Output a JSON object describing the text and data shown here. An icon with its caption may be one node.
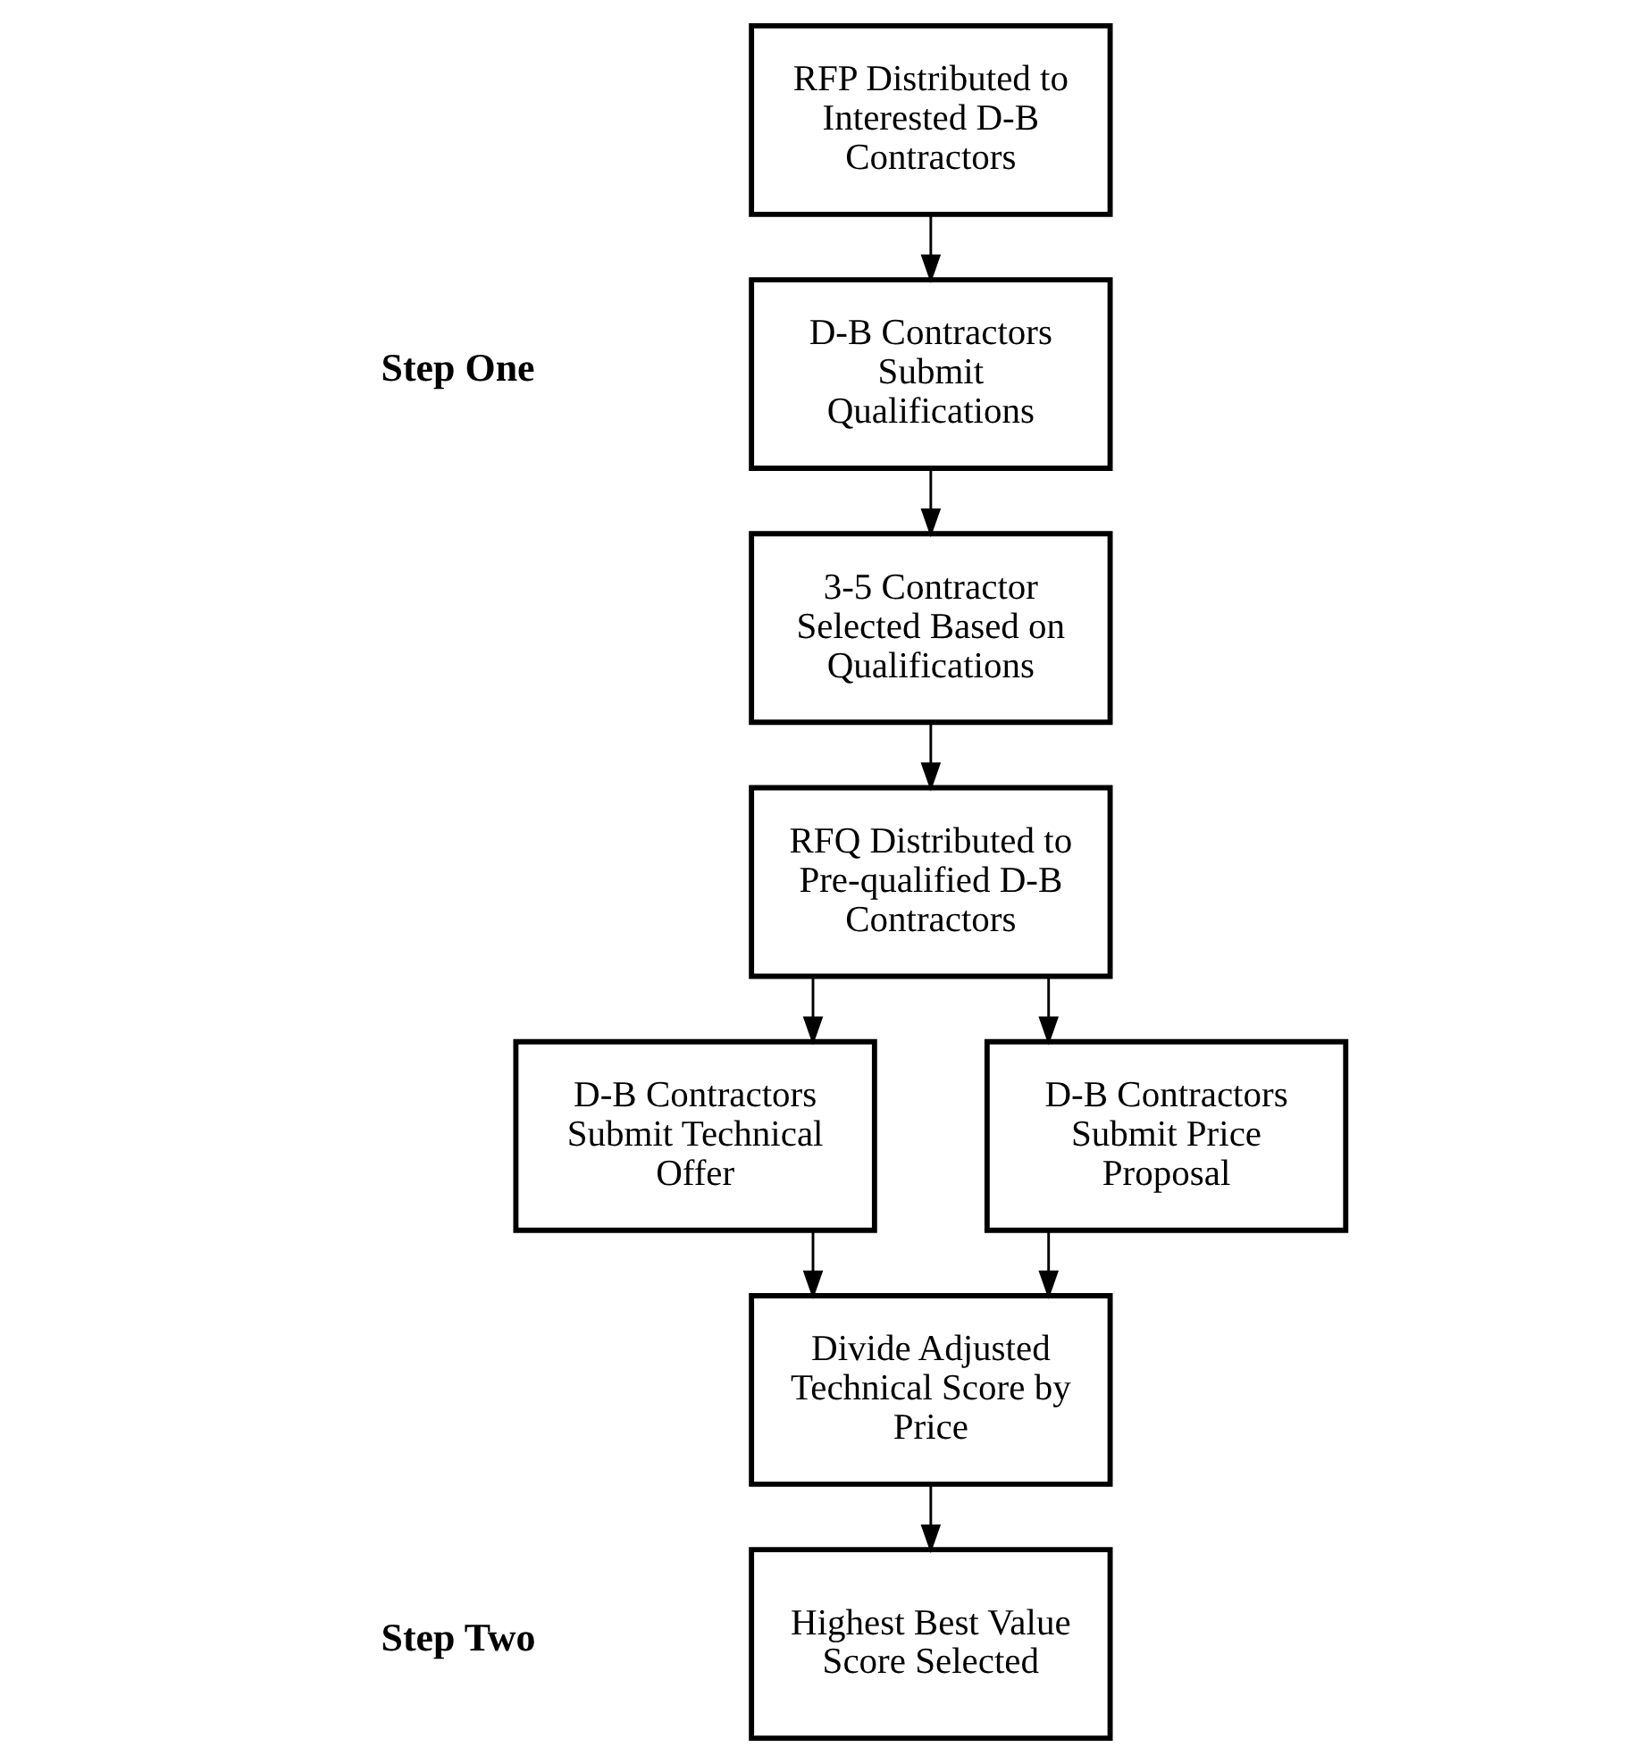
{
  "diagram": {
    "nodes": [
      {
        "text": [
          "RFP Distributed to Interested D-B Contractors"
        ]
      },
      {
        "text": [
          "D-B Contractors Submit Qualifications"
        ]
      },
      {
        "text": [
          "3-5 Contractor Selected Based on Qualifications"
        ]
      },
      {
        "text": [
          "RFQ Distributed to Pre-qualified D-B Contractors"
        ]
      },
      {
        "text": [
          "D-B Contractors Submit Technical Offer"
        ]
      },
      {
        "text": [
          "Divide Adjusted Technical Score by Price"
        ]
      },
      {
        "text": [
          "D-B Contractors Submit Price Proposal"
        ]
      },
      {
        "text": [
          "Highest Best Value Score Selected"
        ]
      }
    ],
    "edges": [
      {
        "from": 0,
        "to": 1,
        "arrow": "to"
      },
      {
        "from": 1,
        "to": 2,
        "arrow": "to"
      },
      {
        "from": 2,
        "to": 3,
        "arrow": "to"
      },
      {
        "from": 3,
        "to": 4,
        "arrow": "to"
      },
      {
        "from": 3,
        "to": 6,
        "arrow": "to"
      },
      {
        "from": 4,
        "to": 5,
        "arrow": "to"
      },
      {
        "from": 6,
        "to": 5,
        "arrow": "to"
      },
      {
        "from": 5,
        "to": 7,
        "arrow": "to"
      }
    ],
    "labels": [
      "Step One",
      "Step Two"
    ]
  }
}
